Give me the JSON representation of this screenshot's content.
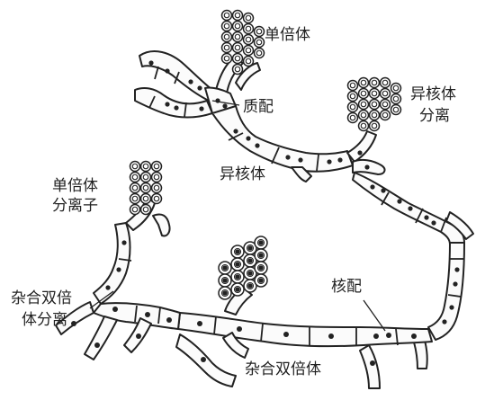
{
  "diagram": {
    "labels": {
      "haploid": "单倍体",
      "plasmogamy": "质配",
      "heterokaryon_seg_1": "异核体",
      "heterokaryon_seg_2": "分离",
      "heterokaryon": "异核体",
      "haploid_seg_1": "单倍体",
      "haploid_seg_2": "分离子",
      "hybrid_seg_1": "杂合双倍",
      "hybrid_seg_2": "体分离",
      "karyogamy": "核配",
      "hybrid_diploid": "杂合双倍体"
    },
    "stages": [
      {
        "id": "haploid",
        "name": "单倍体"
      },
      {
        "id": "plasmogamy",
        "name": "质配"
      },
      {
        "id": "heterokaryon",
        "name": "异核体"
      },
      {
        "id": "heterokaryon-segregation",
        "name": "异核体分离"
      },
      {
        "id": "karyogamy",
        "name": "核配"
      },
      {
        "id": "hybrid-diploid",
        "name": "杂合双倍体"
      },
      {
        "id": "hybrid-diploid-segregation",
        "name": "杂合双倍体分离"
      },
      {
        "id": "haploid-segregant",
        "name": "单倍体分离子"
      }
    ],
    "line_color": "#222222",
    "background": "#ffffff"
  }
}
